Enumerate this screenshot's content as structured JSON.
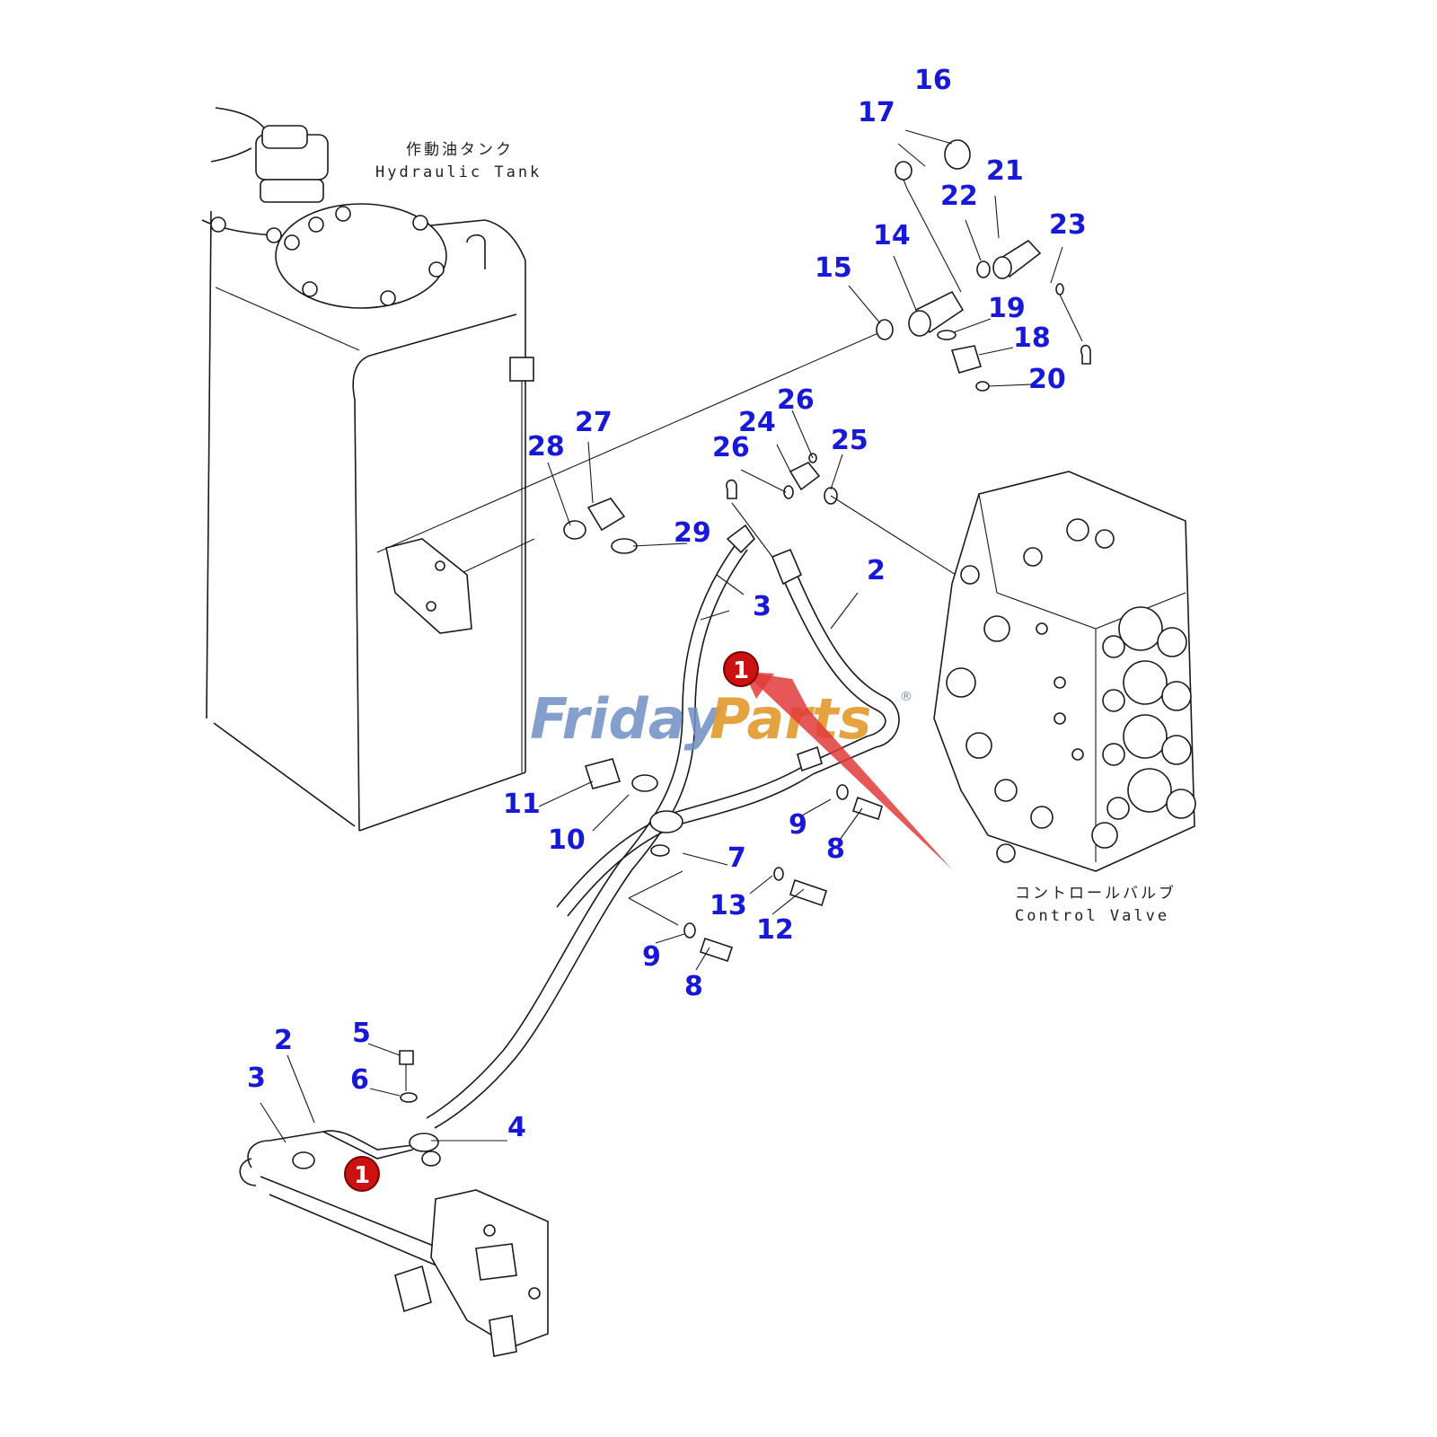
{
  "captions": {
    "tank_jp": "作動油タンク",
    "tank_en": "Hydraulic Tank",
    "valve_jp": "コントロールバルブ",
    "valve_en": "Control Valve"
  },
  "watermark": {
    "part1": "Friday",
    "part2": "Parts",
    "registered": "®",
    "blue": "#6f8fc4",
    "orange": "#e39a2c"
  },
  "highlight": {
    "marker": "1",
    "color": "#cc1111",
    "arrow_color": "#e23a3a"
  },
  "callouts": [
    "16",
    "17",
    "21",
    "22",
    "23",
    "14",
    "15",
    "19",
    "18",
    "20",
    "26",
    "24",
    "26",
    "25",
    "27",
    "28",
    "29",
    "2",
    "3",
    "11",
    "10",
    "9",
    "8",
    "7",
    "13",
    "12",
    "9",
    "8",
    "5",
    "2",
    "3",
    "6",
    "4"
  ],
  "label_color": "#1818d8"
}
